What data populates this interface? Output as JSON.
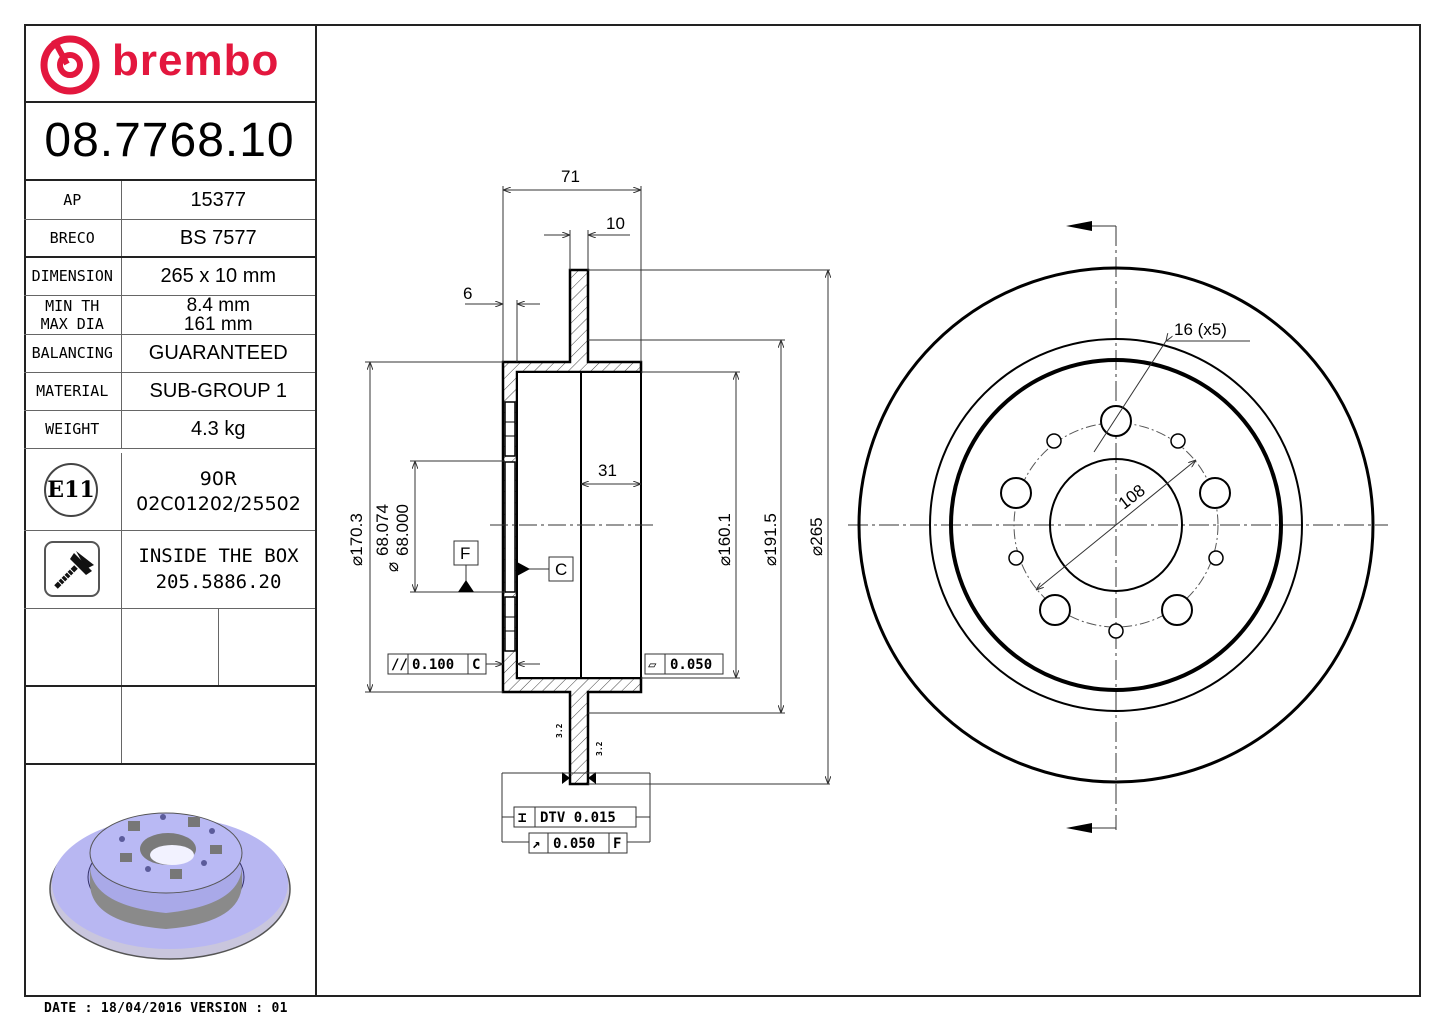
{
  "brand": {
    "name": "brembo",
    "color": "#e3173e"
  },
  "part_number": "08.7768.10",
  "specs": [
    {
      "label": "AP",
      "value": "15377"
    },
    {
      "label": "BRECO",
      "value": "BS 7577"
    },
    {
      "label": "DIMENSION",
      "value": "265 x 10 mm"
    },
    {
      "label_lines": [
        "MIN TH",
        "MAX DIA"
      ],
      "value_lines": [
        "8.4 mm",
        "161 mm"
      ]
    },
    {
      "label": "BALANCING",
      "value": "GUARANTEED"
    },
    {
      "label": "MATERIAL",
      "value": "SUB-GROUP 1"
    },
    {
      "label": "WEIGHT",
      "value": "4.3 kg"
    }
  ],
  "certification": {
    "icon": "e11-approval-mark",
    "badge": "E11",
    "lines": [
      "90R",
      "02C01202/25502"
    ]
  },
  "hardware": {
    "icon": "screw-icon",
    "lines": [
      "INSIDE THE BOX",
      "205.5886.20"
    ]
  },
  "footer": {
    "text": "DATE : 18/04/2016 VERSION : 01",
    "date": "18/04/2016",
    "version": "01"
  },
  "section_view": {
    "dimensions": {
      "overall_height": "71",
      "disc_thickness": "10",
      "hat_wall": "6",
      "inner_depth": "31",
      "d_170": "⌀170.3",
      "d_68_upper": "68.074",
      "d_68_lower": "68.000",
      "d_68_prefix": "⌀",
      "d_160": "⌀160.1",
      "d_191": "⌀191.5",
      "d_265": "⌀265"
    },
    "datums": {
      "F": "F",
      "C": "C"
    },
    "tolerances": {
      "parallelism": {
        "symbol": "//",
        "value": "0.100",
        "datum": "C"
      },
      "flatness": {
        "symbol": "▱",
        "value": "0.050"
      },
      "dtv": {
        "symbol": "⌶",
        "label": "DTV 0.015"
      },
      "runout": {
        "symbol": "↗",
        "value": "0.050",
        "datum": "F"
      }
    },
    "surface_finish": [
      "3.2",
      "3.2"
    ]
  },
  "front_view": {
    "bolt_holes": "16 (x5)",
    "pcd": "108"
  }
}
